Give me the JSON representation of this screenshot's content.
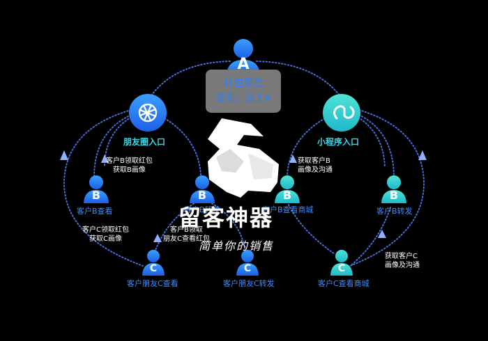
{
  "nodes": {
    "a_letter": "A",
    "b_letter": "B",
    "c_letter": "C"
  },
  "center": {
    "line1": "红包裂变",
    "line2": "举例：员工A"
  },
  "entries": {
    "moments": "朋友圈入口",
    "miniapp": "小程序入口"
  },
  "b_nodes": {
    "b1": "客户B查看",
    "b2": "客户B转发",
    "b3": "客户B查看商城",
    "b4": "客户B转发"
  },
  "c_nodes": {
    "c1": "客户朋友C查看",
    "c2": "客户朋友C转发",
    "c3": "客户C查看商城"
  },
  "notes": {
    "n1_l1": "客户B领取红包",
    "n1_l2": "获取B画像",
    "n2_l1": "获取客户B",
    "n2_l2": "画像及沟通",
    "n3_l1": "客户C领取红包",
    "n3_l2": "获取C画像",
    "n4_l1": "客户B领取",
    "n4_l2": "朋友C查看红包",
    "n5_l1": "获取客户C",
    "n5_l2": "画像及沟通"
  },
  "brand": {
    "name": "留客神器",
    "slogan": "简单你的销售"
  },
  "colors": {
    "blue": "#2a7dff",
    "cyan": "#3ad6e8",
    "line": "#4a6cd6",
    "box": "#7a7a7a"
  },
  "icons": {
    "moments": "aperture-icon",
    "miniapp": "link-icon",
    "logo": "rabbit-logo"
  }
}
